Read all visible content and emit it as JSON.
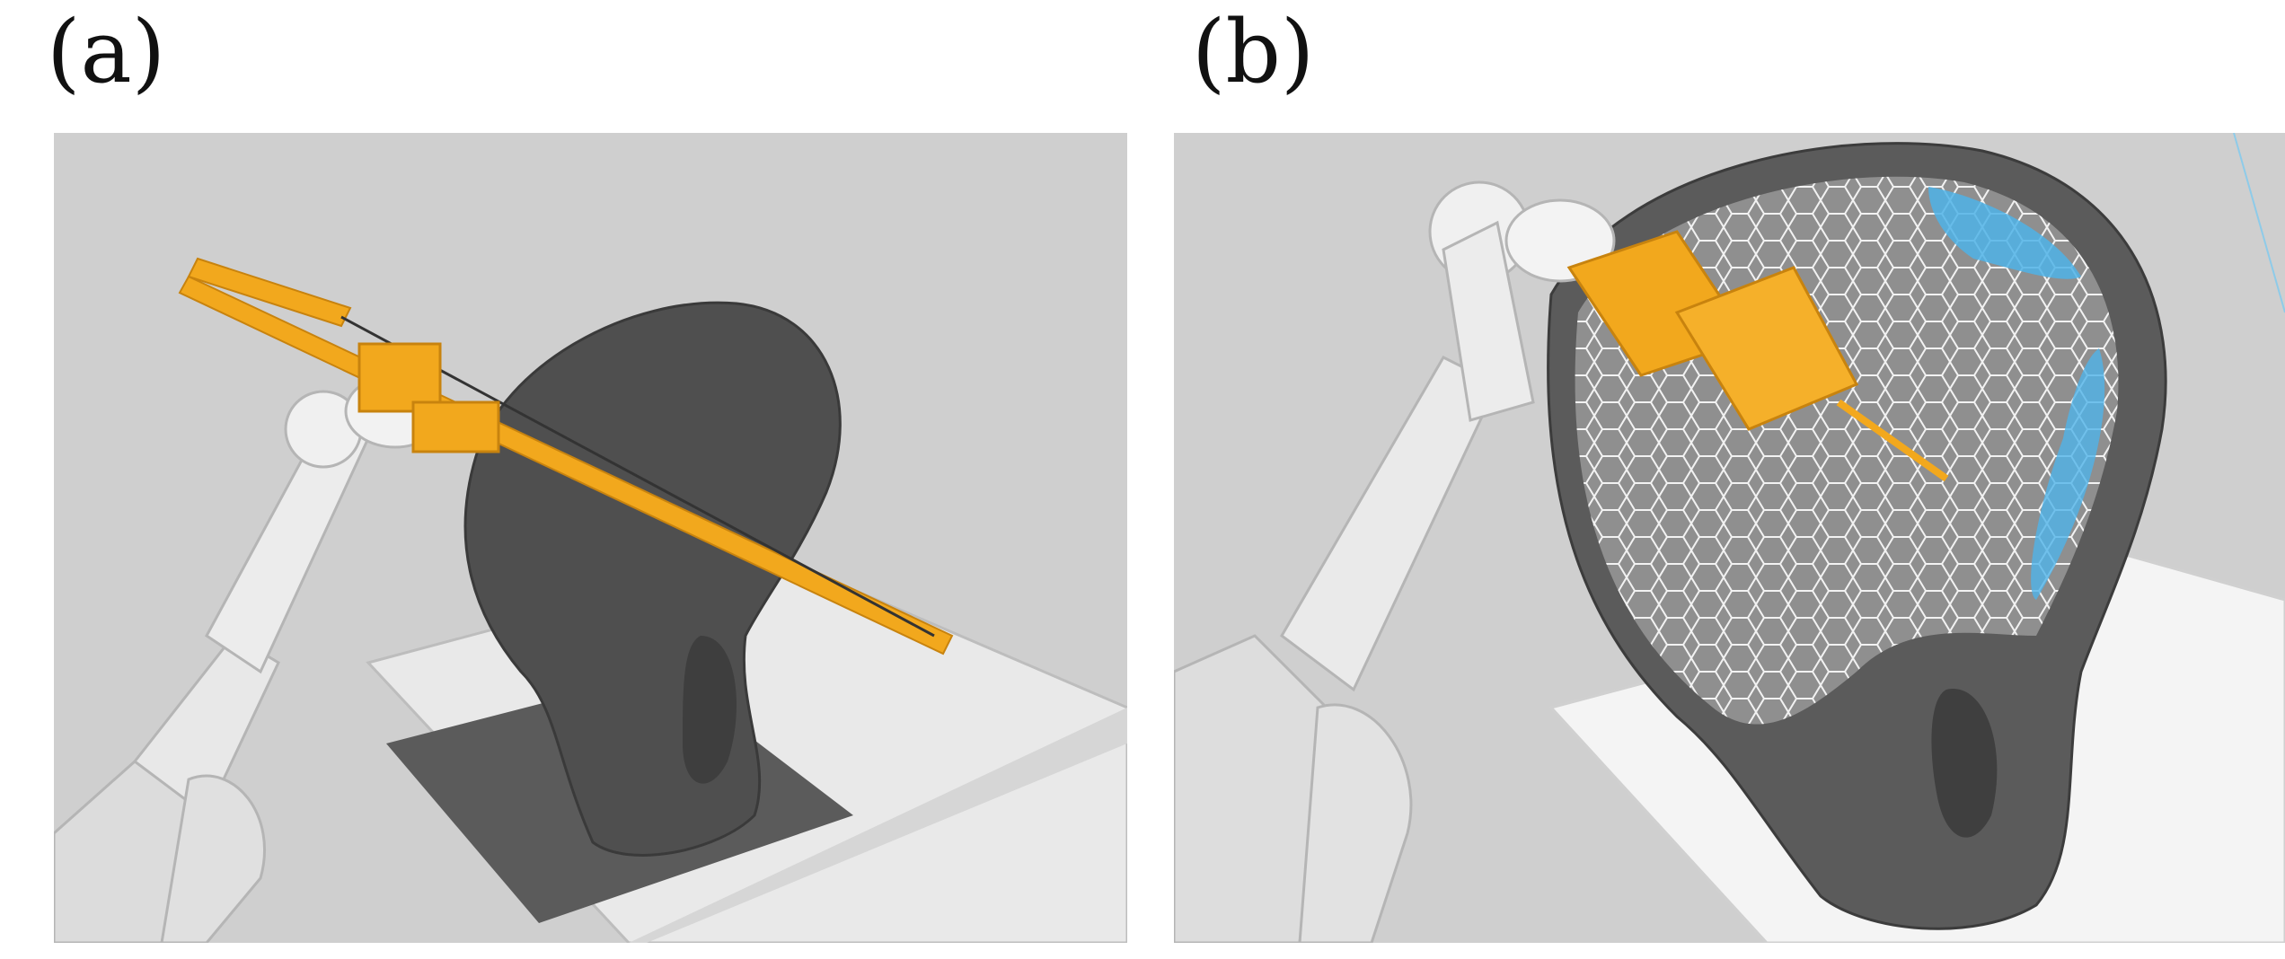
{
  "figure": {
    "panels": [
      {
        "label": "(a)",
        "scene": "robot-arm-with-long-tool"
      },
      {
        "label": "(b)",
        "scene": "robot-arm-printing-lattice"
      }
    ]
  },
  "colors": {
    "background": "#ffffff",
    "scene_background": "#cfcfcf",
    "robot_body": "#e6e6e6",
    "tool_orange": "#f2a81d",
    "mold_dark": "#5a5a5a",
    "lattice_blue": "#4fb3e8",
    "table_white": "#eeeeee"
  }
}
